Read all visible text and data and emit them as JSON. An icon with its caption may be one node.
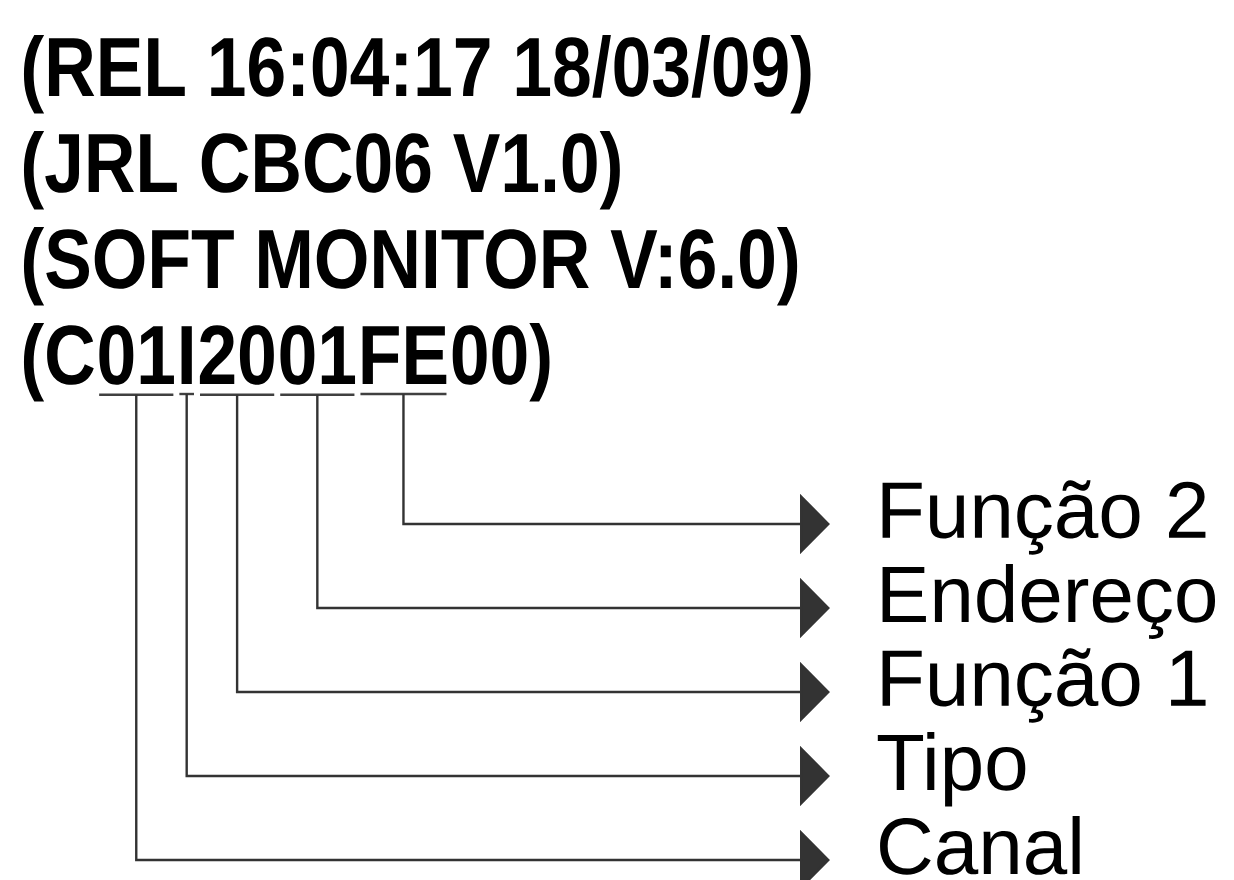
{
  "diagram": {
    "nodes": [
      {
        "text": [
          "01"
        ]
      },
      {
        "text": [
          "I"
        ]
      },
      {
        "text": [
          "20"
        ]
      },
      {
        "text": [
          "01"
        ]
      },
      {
        "text": [
          "FE"
        ]
      },
      {
        "text": [
          "Função 2"
        ]
      },
      {
        "text": [
          "Endereço"
        ]
      },
      {
        "text": [
          "Função 1"
        ]
      },
      {
        "text": [
          "Tipo"
        ]
      },
      {
        "text": [
          "Canal"
        ]
      }
    ],
    "edges": [
      {
        "from": 4,
        "to": 5,
        "arrow": "to"
      },
      {
        "from": 3,
        "to": 6,
        "arrow": "to"
      },
      {
        "from": 2,
        "to": 7,
        "arrow": "to"
      },
      {
        "from": 1,
        "to": 8,
        "arrow": "to"
      },
      {
        "from": 0,
        "to": 9,
        "arrow": "to"
      }
    ],
    "labels": [
      "(REL 16:04:17 18/03/09)",
      "(JRL CBC06 V1.0)",
      "(SOFT MONITOR V:6.0)",
      "(C",
      "00)"
    ]
  }
}
